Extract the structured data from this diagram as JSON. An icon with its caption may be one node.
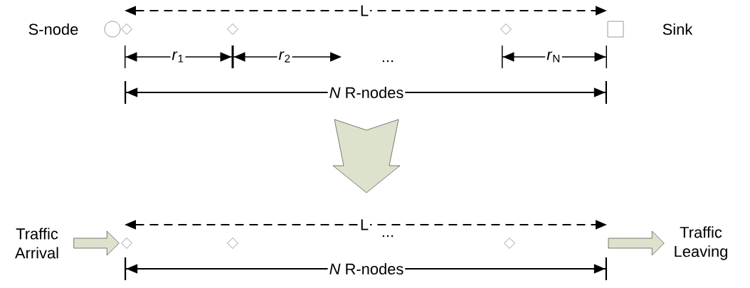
{
  "diagram": {
    "nodes": [
      {
        "text": [],
        "shape": "circle",
        "beside": [
          "S-node"
        ]
      },
      {
        "text": [],
        "shape": "diamond"
      },
      {
        "text": [],
        "shape": "diamond"
      },
      {
        "text": [],
        "shape": "diamond"
      },
      {
        "text": [],
        "shape": "box",
        "beside": [
          "Sink"
        ]
      },
      {
        "text": [
          "Traffic Arrival"
        ]
      },
      {
        "text": [],
        "shape": "diamond"
      },
      {
        "text": [],
        "shape": "diamond"
      },
      {
        "text": [],
        "shape": "diamond"
      },
      {
        "text": [
          "Traffic Leaving"
        ]
      }
    ],
    "edges": [
      {
        "from": 5,
        "to": 6,
        "arrow": "to"
      },
      {
        "from": null,
        "to": 9,
        "arrow": "to"
      }
    ],
    "labels": [
      "L",
      "*r*$_{1}$",
      "*r*$_{2}$",
      "...",
      "*r*$_{N}$",
      "*N* R-nodes",
      "L",
      "...",
      "*N* R-nodes"
    ]
  }
}
